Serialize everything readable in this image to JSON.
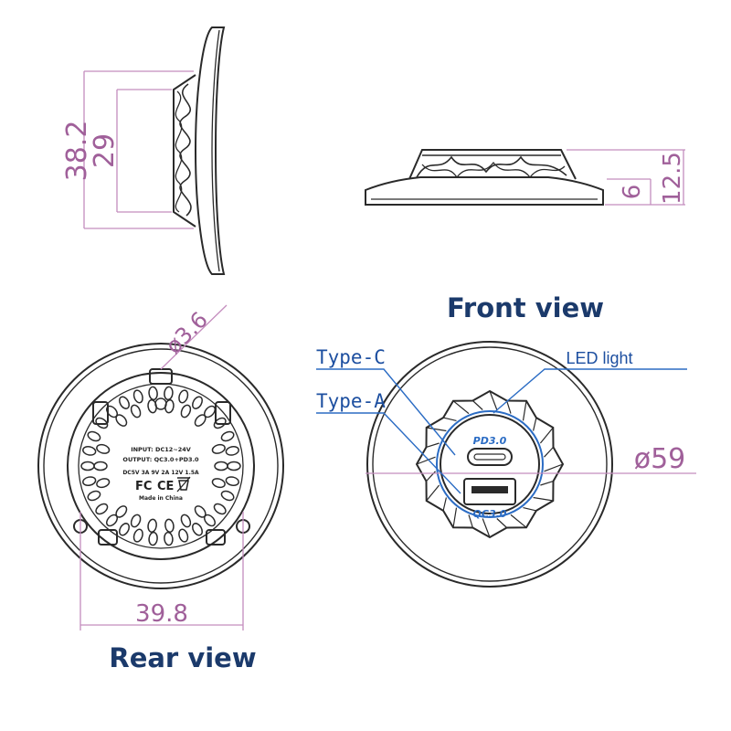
{
  "views": {
    "front_view_title": "Front view",
    "rear_view_title": "Rear view"
  },
  "dimensions": {
    "side_outer_height": "38.2",
    "side_inner_height": "29",
    "top_total_height": "12.5",
    "top_base_height": "6",
    "rear_hole_diameter": "ø3.6",
    "rear_hole_spacing": "39.8",
    "front_diameter": "ø59"
  },
  "callouts": {
    "type_c": "Type-C",
    "type_a": "Type-A",
    "led_light": "LED light"
  },
  "ports": {
    "pd_label": "PD3.0",
    "qc_label": "QC3.0"
  },
  "rear_label": {
    "line1": "INPUT: DC12~24V",
    "line2": "OUTPUT: QC3.0+PD3.0",
    "line3": "DC5V 3A 9V 2A 12V 1.5A",
    "line4": "Made in China"
  },
  "colors": {
    "dimension": "#a0609a",
    "callout": "#1d4fa0",
    "title": "#1b3a6b",
    "led_blue": "#2b6cc4"
  }
}
